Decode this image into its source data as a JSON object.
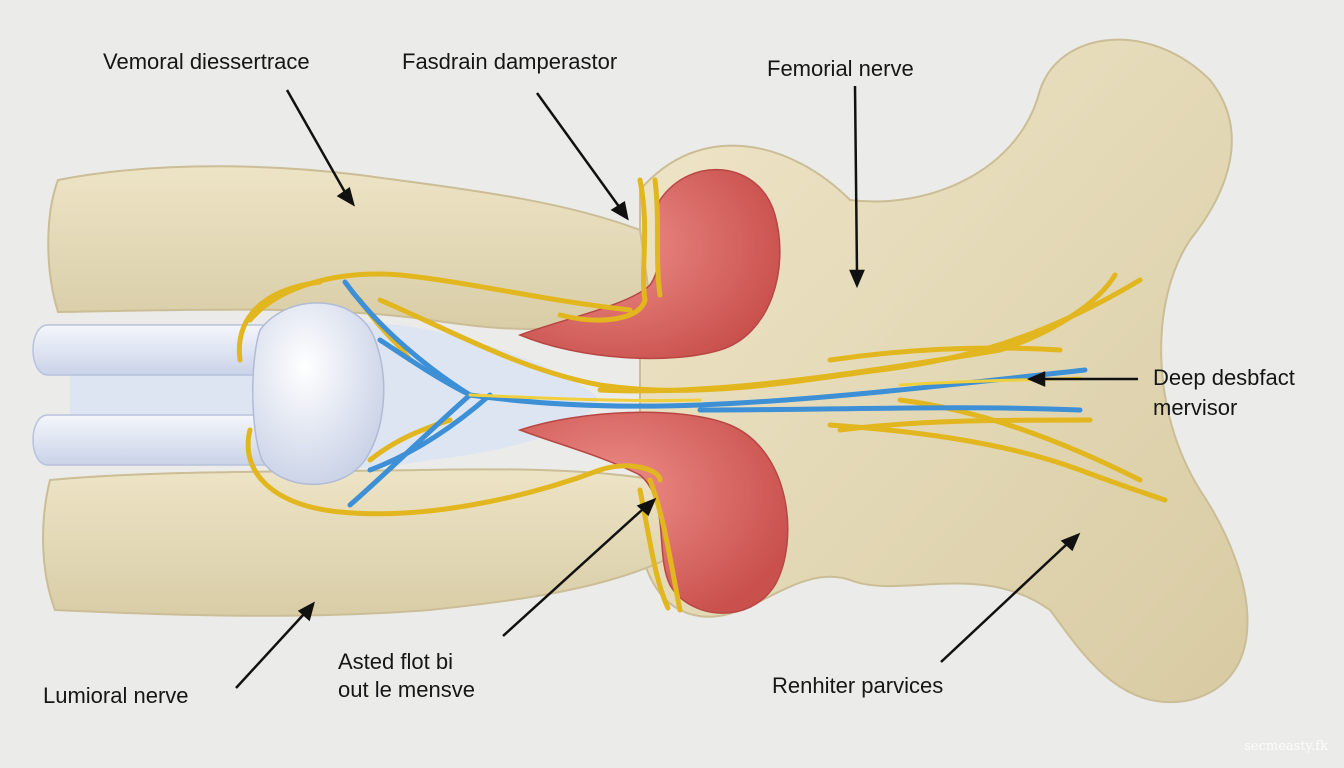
{
  "labels": {
    "top_left": "Vemoral diessertrace",
    "top_middle": "Fasdrain damperastor",
    "top_right": "Femorial nerve",
    "right_line1": "Deep desbfact",
    "right_line2": "mervisor",
    "bottom_left": "Lumioral nerve",
    "bottom_middle_line1": "Asted flot bi",
    "bottom_middle_line2": "out le mensve",
    "bottom_right": "Renhiter parvices"
  },
  "watermark": "secmeasty.fk",
  "colors": {
    "background": "#ebebea",
    "bone": "#e6dcbc",
    "bone_shade": "#cfc29c",
    "muscle": "#d86460",
    "nerve_yellow": "#e2b61e",
    "vessel_blue": "#3d8fd6",
    "cartilage": "#e7ebf4"
  }
}
